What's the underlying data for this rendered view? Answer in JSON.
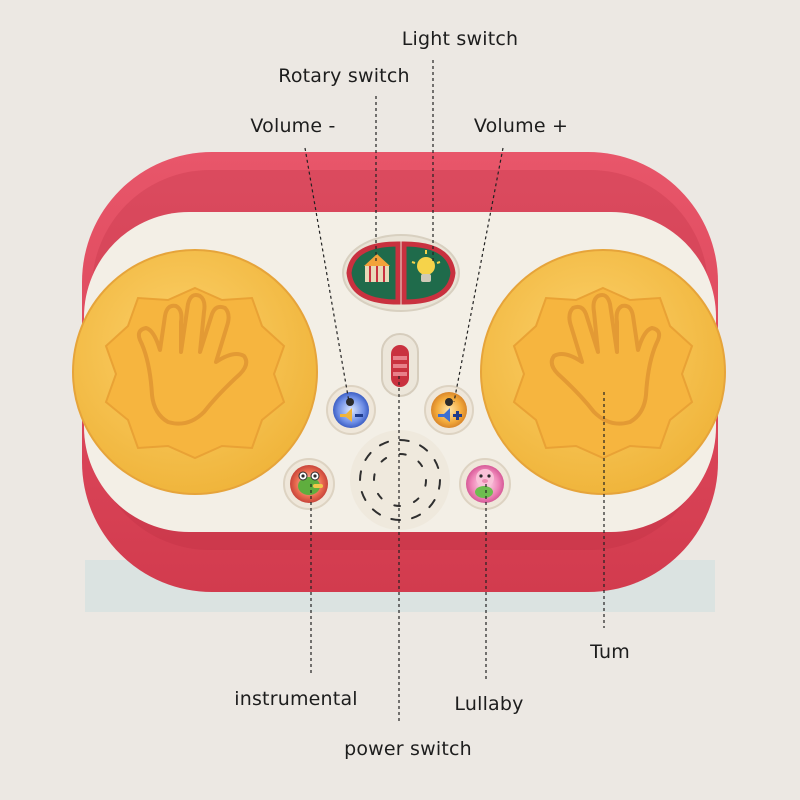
{
  "labels": {
    "light_switch": "Light switch",
    "rotary_switch": "Rotary switch",
    "volume_minus": "Volume -",
    "volume_plus": "Volume +",
    "tum": "Tum",
    "instrumental": "instrumental",
    "lullaby": "Lullaby",
    "power_switch": "power switch"
  },
  "colors": {
    "background": "#ece8e3",
    "frame_red": "#e2495a",
    "frame_red_dark": "#c93447",
    "panel_cream": "#f3efe6",
    "drum_yellow": "#f5c249",
    "drum_pad": "#f7ad3c",
    "button_green": "#1e6b4c",
    "button_red": "#c9313f",
    "leader_line": "#222222"
  },
  "icons": {
    "left_drum": "hand-print-icon",
    "right_drum": "hand-print-icon",
    "rotary_button": "carousel-icon",
    "light_button": "light-bulb-icon",
    "volume_minus_button": "volume-down-icon",
    "volume_plus_button": "volume-up-icon",
    "instrumental_button": "frog-instrument-icon",
    "lullaby_button": "pig-face-icon",
    "speaker": "speaker-grille-icon"
  }
}
